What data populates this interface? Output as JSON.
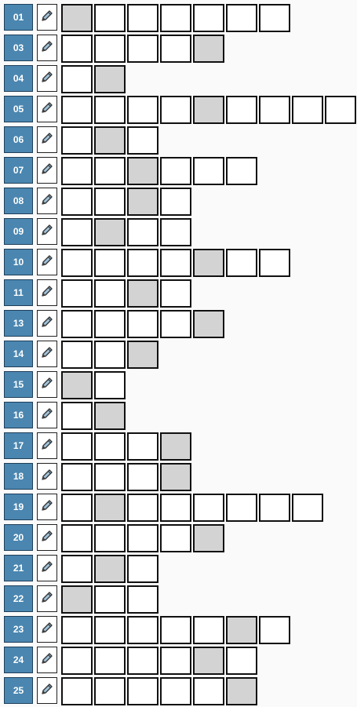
{
  "colors": {
    "number_bg": "#4a86b0",
    "pencil_stroke": "#333333",
    "cell_border": "#111111",
    "cell_empty": "#ffffff",
    "cell_filled": "#d3d3d3"
  },
  "icons": {
    "pencil": "pencil-icon"
  },
  "rows": [
    {
      "label": "01",
      "length": 7,
      "filled": 1
    },
    {
      "label": "03",
      "length": 5,
      "filled": 5
    },
    {
      "label": "04",
      "length": 2,
      "filled": 2
    },
    {
      "label": "05",
      "length": 9,
      "filled": 5
    },
    {
      "label": "06",
      "length": 3,
      "filled": 2
    },
    {
      "label": "07",
      "length": 6,
      "filled": 3
    },
    {
      "label": "08",
      "length": 4,
      "filled": 3
    },
    {
      "label": "09",
      "length": 4,
      "filled": 2
    },
    {
      "label": "10",
      "length": 7,
      "filled": 5
    },
    {
      "label": "11",
      "length": 4,
      "filled": 3
    },
    {
      "label": "13",
      "length": 5,
      "filled": 5
    },
    {
      "label": "14",
      "length": 3,
      "filled": 3
    },
    {
      "label": "15",
      "length": 2,
      "filled": 1
    },
    {
      "label": "16",
      "length": 2,
      "filled": 2
    },
    {
      "label": "17",
      "length": 4,
      "filled": 4
    },
    {
      "label": "18",
      "length": 4,
      "filled": 4
    },
    {
      "label": "19",
      "length": 8,
      "filled": 2
    },
    {
      "label": "20",
      "length": 5,
      "filled": 5
    },
    {
      "label": "21",
      "length": 3,
      "filled": 2
    },
    {
      "label": "22",
      "length": 3,
      "filled": 1
    },
    {
      "label": "23",
      "length": 7,
      "filled": 6
    },
    {
      "label": "24",
      "length": 6,
      "filled": 5
    },
    {
      "label": "25",
      "length": 6,
      "filled": 6
    }
  ]
}
